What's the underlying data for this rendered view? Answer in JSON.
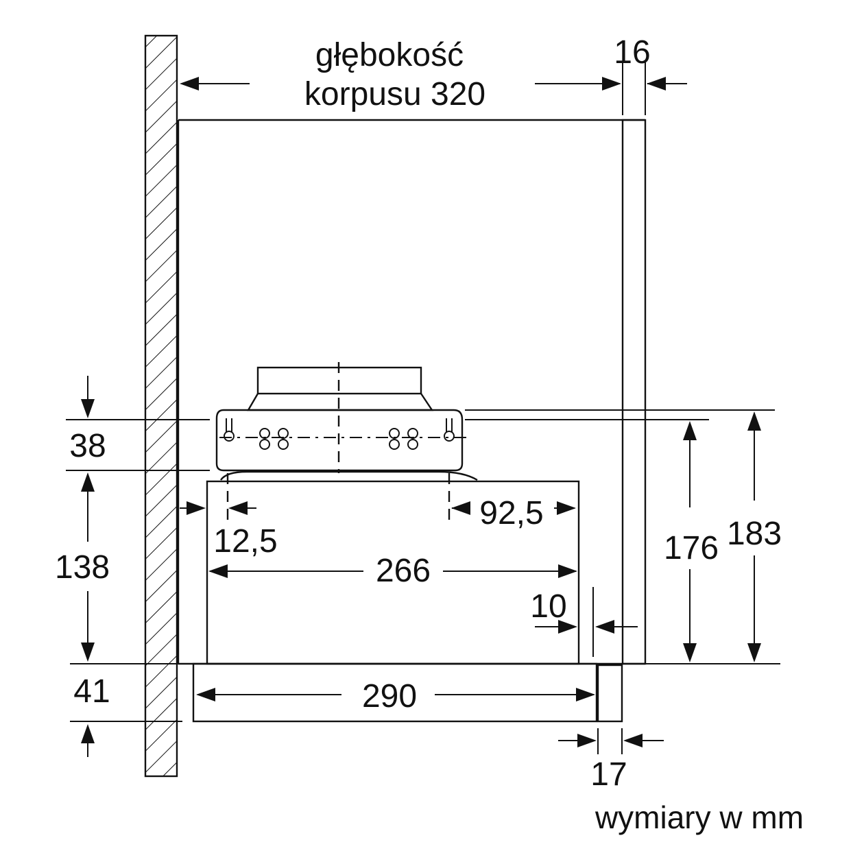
{
  "dimensions": {
    "depth_line1": "głębokość",
    "depth_line2": "korpusu 320",
    "d16": "16",
    "d38": "38",
    "d138": "138",
    "d41": "41",
    "d12_5": "12,5",
    "d92_5": "92,5",
    "d266": "266",
    "d10": "10",
    "d176": "176",
    "d183": "183",
    "d290": "290",
    "d17": "17"
  },
  "units_note": "wymiary w mm"
}
